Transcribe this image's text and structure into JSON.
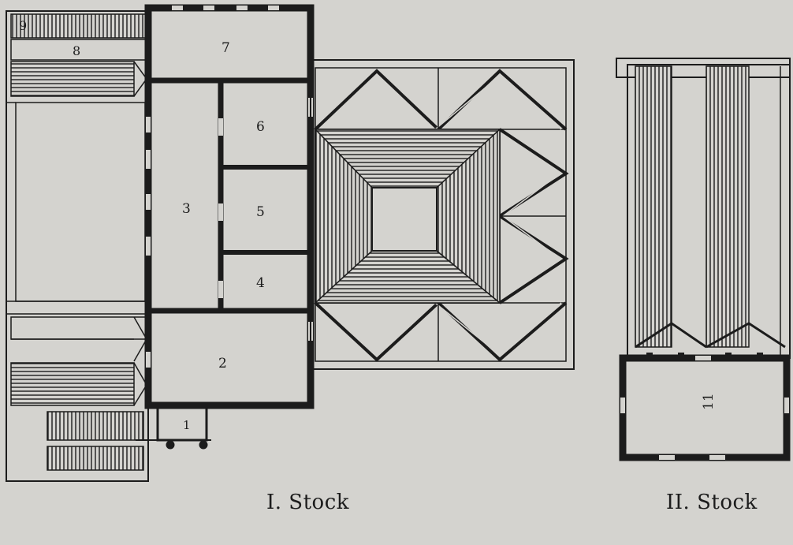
{
  "floor1": {
    "caption": "I. Stock",
    "rooms": [
      "1",
      "2",
      "3",
      "4",
      "5",
      "6",
      "7",
      "8",
      "9"
    ]
  },
  "floor2": {
    "caption": "II. Stock",
    "rooms": [
      "11"
    ]
  },
  "footer": {
    "left_caption_partial": "",
    "right_caption_partial": ""
  },
  "colors": {
    "paper": "#d4d3cf",
    "ink": "#1c1c1c"
  }
}
